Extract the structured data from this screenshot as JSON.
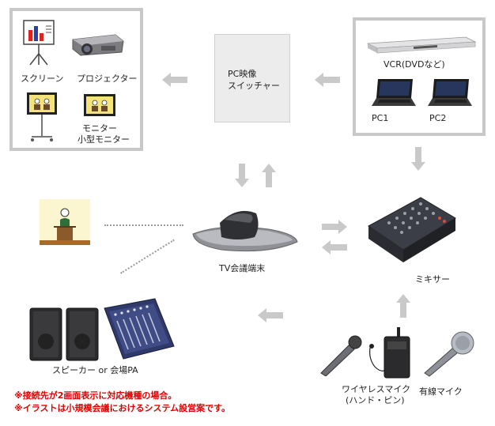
{
  "labels": {
    "screen": "スクリーン",
    "projector": "プロジェクター",
    "monitor_line1": "モニター",
    "monitor_line2": "小型モニター",
    "switcher_line1": "PC映像",
    "switcher_line2": "スイッチャー",
    "vcr": "VCR(DVDなど)",
    "pc1": "PC1",
    "pc2": "PC2",
    "tv_terminal": "TV会議端末",
    "mixer": "ミキサー",
    "speaker": "スピーカー or 会場PA",
    "wireless_line1": "ワイヤレスマイク",
    "wireless_line2": "(ハンド・ピン)",
    "wired": "有線マイク"
  },
  "notes": {
    "note1": "※接続先が2画面表示に対応機種の場合。",
    "note2": "※イラストは小規模会議におけるシステム設営案です。"
  },
  "colors": {
    "arrow": "#c9c9c9",
    "frame": "#c8c8c8",
    "note": "#e00000"
  }
}
